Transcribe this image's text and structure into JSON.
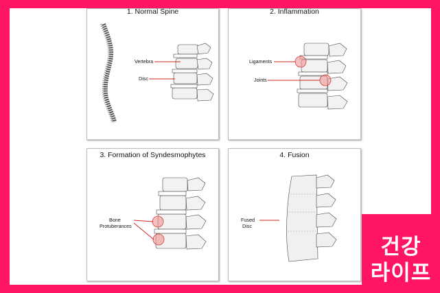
{
  "panels": [
    {
      "title": "1. Normal Spine",
      "labels": [
        "Vertebra",
        "Disc"
      ]
    },
    {
      "title": "2. Inflammation",
      "labels": [
        "Ligaments",
        "Joints"
      ]
    },
    {
      "title": "3. Formation of Syndesmophytes",
      "labels": [
        "Bone",
        "Protuberances"
      ]
    },
    {
      "title": "4. Fusion",
      "labels": [
        "Fused",
        "Disc"
      ]
    }
  ],
  "badge": {
    "line1": "건강",
    "line2": "라이프"
  },
  "colors": {
    "frame": "#ff1564",
    "pointer": "#cc2222",
    "highlight": "#f28a8a"
  }
}
